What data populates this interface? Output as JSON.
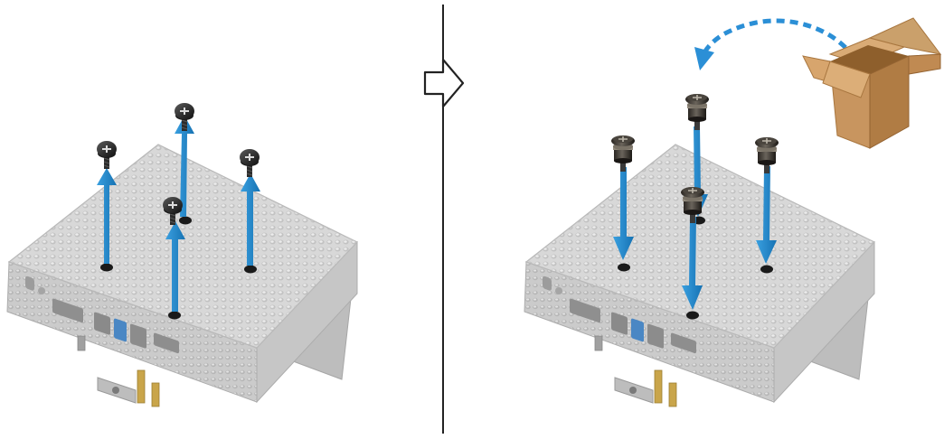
{
  "figure": {
    "steps": [
      {
        "id": "remove-screws",
        "action": "remove",
        "screw_type": "phillips-pan-head",
        "screw_count": 4,
        "arrow_direction": "up"
      },
      {
        "id": "install-feet",
        "action": "install",
        "part_type": "thumb-screw-foot",
        "part_count": 4,
        "arrow_direction": "down",
        "source": "shipping-box"
      }
    ],
    "transition_icon": "right-arrow-outline-icon",
    "colors": {
      "arrow": "#1f84c8",
      "arrow_dark": "#136aa6",
      "device_body": "#cfcfcf",
      "device_edge": "#a9a9a9",
      "device_top": "#dcdcdc",
      "screw": "#2a2a2a",
      "foot": "#3b3731",
      "foot_band": "#8a8478",
      "box": "#c8955f",
      "box_dark": "#a8763f",
      "divider": "#222222"
    }
  }
}
